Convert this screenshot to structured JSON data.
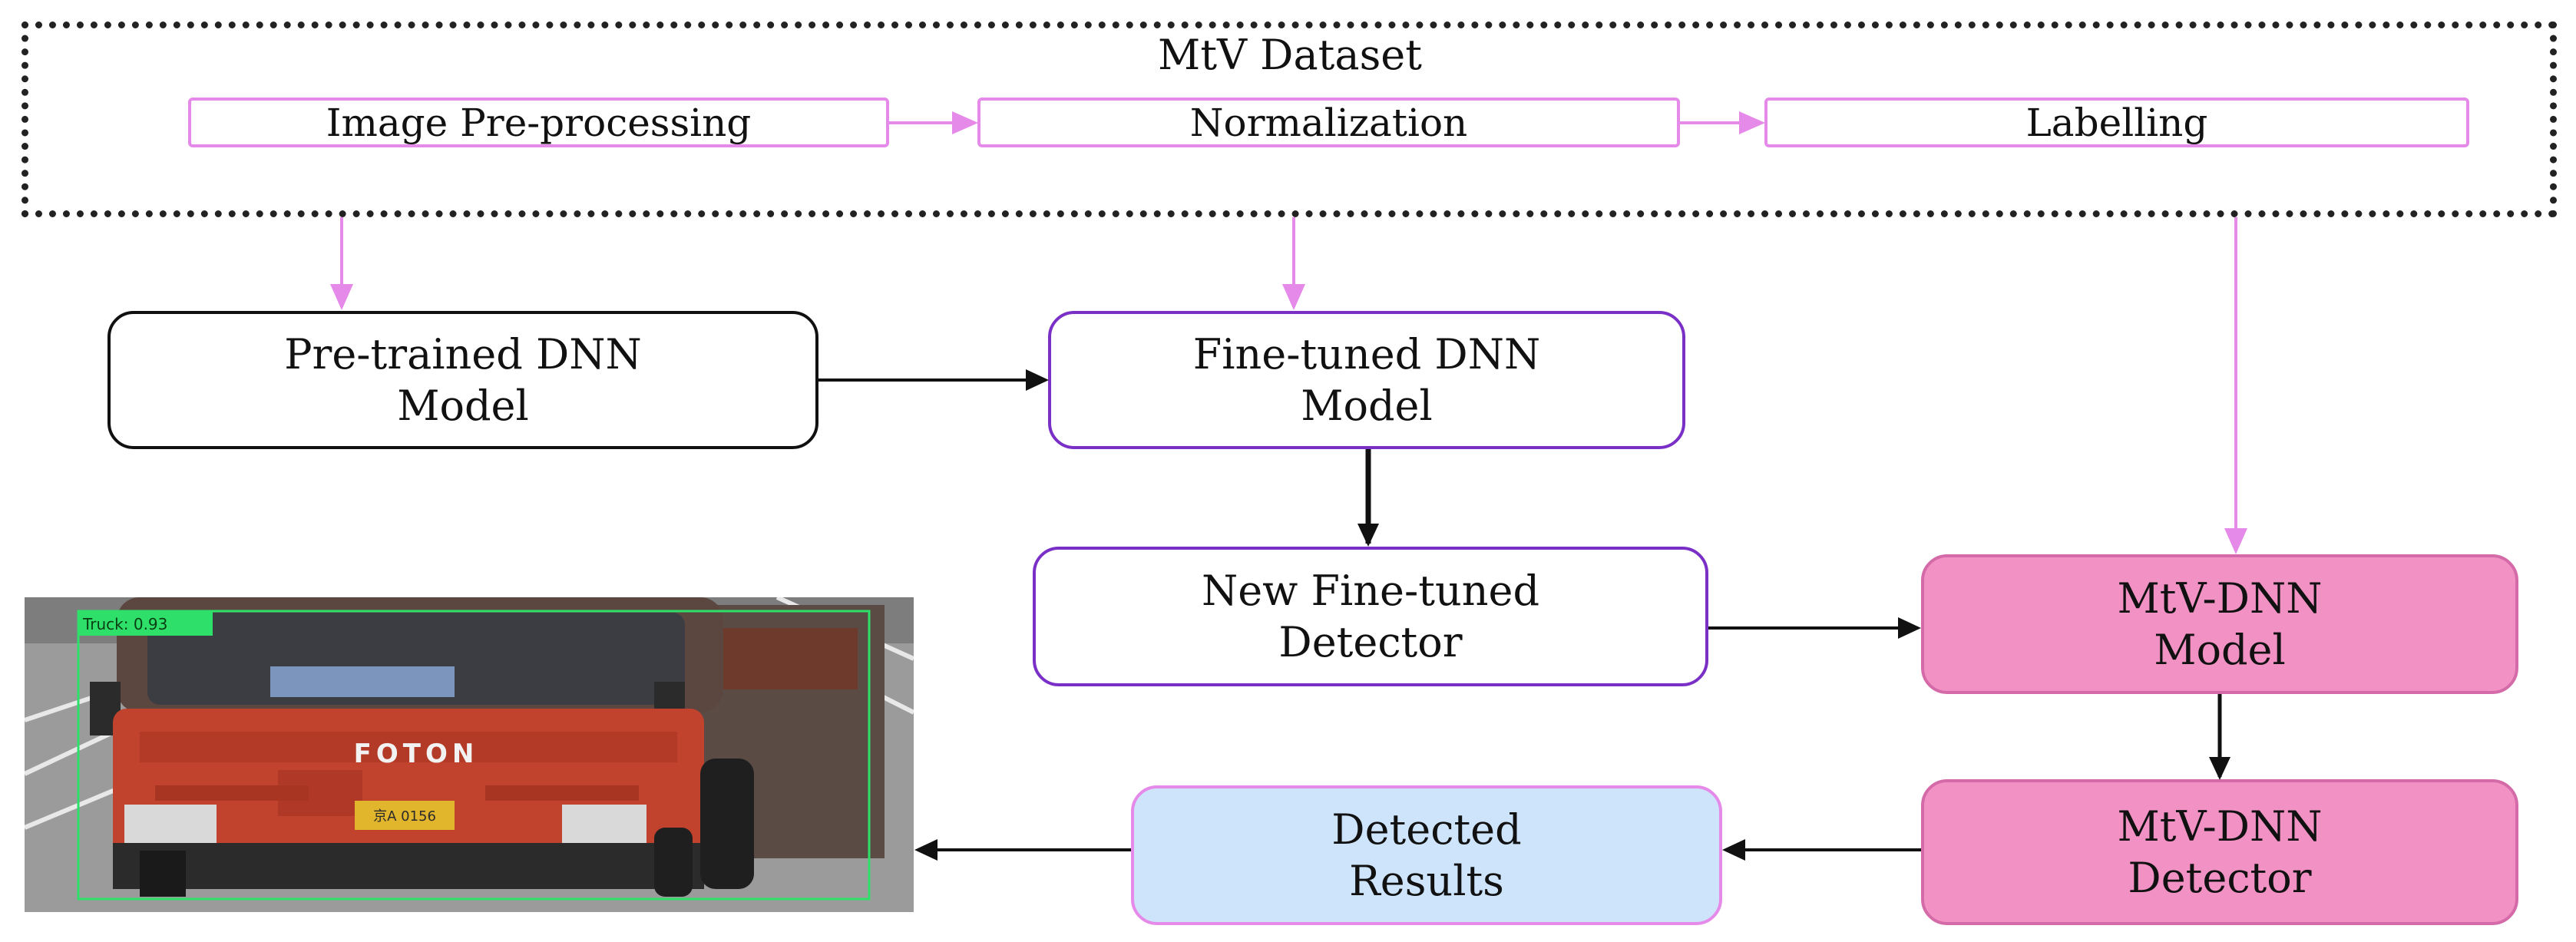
{
  "dataset": {
    "title": "MtV Dataset",
    "steps": [
      "Image Pre-processing",
      "Normalization",
      "Labelling"
    ]
  },
  "nodes": {
    "pretrained": [
      "Pre-trained DNN",
      "Model"
    ],
    "finetuned": [
      "Fine-tuned DNN",
      "Model"
    ],
    "newdetector": [
      "New Fine-tuned",
      "Detector"
    ],
    "mtvmodel": [
      "MtV-DNN",
      "Model"
    ],
    "mtvdetector": [
      "MtV-DNN",
      "Detector"
    ],
    "results": [
      "Detected",
      "Results"
    ]
  },
  "photo": {
    "detection_label": "Truck: 0.93",
    "brand": "FOTON",
    "plate": "京A 0156"
  },
  "colors": {
    "pink_arrow": "#e58ae9",
    "mtv_fill": "#f292c4",
    "results_fill": "#cde4fb",
    "purple_border": "#7a2fc6",
    "detection_box": "#2ee06a"
  }
}
